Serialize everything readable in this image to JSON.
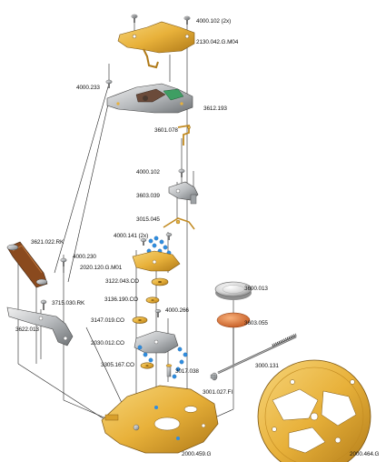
{
  "labels": {
    "screw_4000_102_2x": "4000.102 (2x)",
    "bridge_2130_042": "2130.042.G.M04",
    "screw_4000_233": "4000.233",
    "module_3612_193": "3612.193",
    "spring_3601_078": "3601.078",
    "screw_4000_102": "4000.102",
    "lever_3603_039": "3603.039",
    "spring_3015_045": "3015.045",
    "screw_4000_141_2x": "4000.141 (2x)",
    "bridge_2020_120": "2020.120.G.M01",
    "rotor_3621_022": "3621.022.RK",
    "screw_4000_230": "4000.230",
    "wheel_3122_043": "3122.043.CO",
    "wheel_3136_190": "3136.190.CO",
    "plate_3715_030": "3715.030.RK",
    "lever_3622_013": "3622.013",
    "screw_4000_266": "4000.266",
    "wheel_3147_019": "3147.019.CO",
    "bridge_2030_012": "2030.012.CO",
    "battery_3600_013": "3600.013",
    "insulator_3603_055": "3603.055",
    "wheel_3305_167": "3305.167.CO",
    "pinion_3017_038": "3017.038",
    "crown_3001_027": "3001.027.FI",
    "stem_3000_131": "3000.131",
    "mainplate_left": "2000.459.G",
    "mainplate_right": "2000.464.G"
  },
  "colors": {
    "brass": "#e8b13a",
    "brass_dark": "#b07a18",
    "steel": "#b9bcbf",
    "jewel_blue": "#2f8de0",
    "rotor_brown": "#8a4a1e",
    "insulator_copper": "#e07a3a",
    "battery_silver": "#d6d6d6"
  }
}
